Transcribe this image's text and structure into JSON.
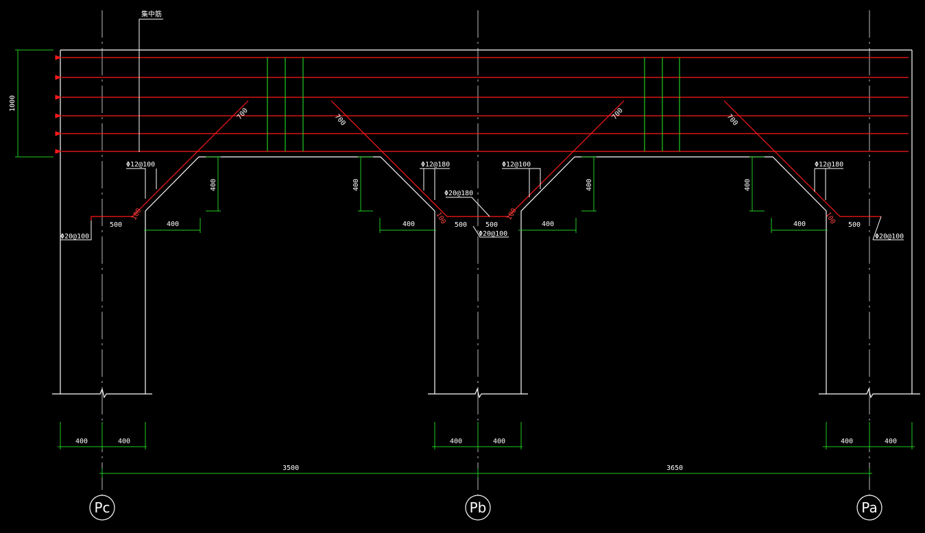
{
  "colors": {
    "background": "#000000",
    "outline": "#ffffff",
    "rebar": "#ff1a1a",
    "dimension": "#22cc22",
    "axis": "#bbbbbb"
  },
  "labels": {
    "top_note": "集中筋",
    "height_dim": "1000",
    "rebar_d12": "Φ12@100",
    "rebar_d12_alt": "Φ12@180",
    "rebar_d20": "Φ20@100",
    "rebar_d20_alt": "Φ20@180",
    "len_700": "700",
    "len_400": "400",
    "len_500": "500",
    "len_100": "100",
    "col_half": "400",
    "span_left": "3500",
    "span_right": "3650"
  },
  "axes": [
    {
      "id": "pc",
      "label": "Pc"
    },
    {
      "id": "pb",
      "label": "Pb"
    },
    {
      "id": "pa",
      "label": "Pa"
    }
  ]
}
